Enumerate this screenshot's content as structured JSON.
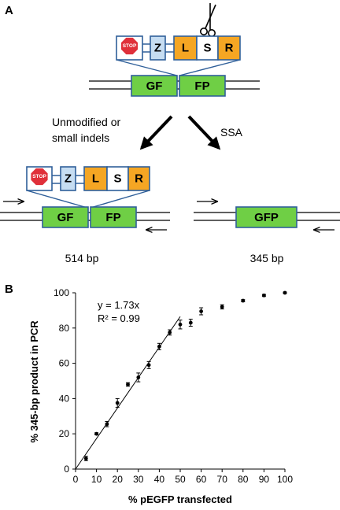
{
  "panel_a": {
    "label": "A",
    "cassette_top": {
      "stop": "STOP",
      "z": "Z",
      "l": "L",
      "s": "S",
      "r": "R"
    },
    "gf": "GF",
    "fp": "FP",
    "branch_left_line1": "Unmodified or",
    "branch_left_line2": "small indels",
    "branch_right": "SSA",
    "cassette_bottom": {
      "stop": "STOP",
      "z": "Z",
      "l": "L",
      "s": "S",
      "r": "R"
    },
    "gf_bottom": "GF",
    "fp_bottom": "FP",
    "gfp": "GFP",
    "size_left": "514 bp",
    "size_right": "345 bp"
  },
  "panel_b": {
    "label": "B"
  },
  "colors": {
    "green": "#6fcf45",
    "orange": "#f5a623",
    "light_blue": "#c6ddf2",
    "stop_red": "#e0303a",
    "box_stroke": "#2f5f99"
  },
  "chart_data": {
    "type": "scatter",
    "xlabel": "% pEGFP transfected",
    "ylabel": "% 345-bp product in PCR",
    "xlim": [
      0,
      100
    ],
    "ylim": [
      0,
      100
    ],
    "x_ticks": [
      0,
      10,
      20,
      30,
      40,
      50,
      60,
      70,
      80,
      90,
      100
    ],
    "y_ticks": [
      0,
      20,
      40,
      60,
      80,
      100
    ],
    "grid": false,
    "annotation_line1": "y = 1.73x",
    "annotation_line2": "R² = 0.99",
    "fit": {
      "slope": 1.73,
      "x_range": [
        0,
        50
      ]
    },
    "points": [
      {
        "x": 5,
        "y": 6,
        "err": 1.2
      },
      {
        "x": 10,
        "y": 20,
        "err": 0.6
      },
      {
        "x": 15,
        "y": 25.5,
        "err": 1.5
      },
      {
        "x": 20,
        "y": 37.5,
        "err": 2.5
      },
      {
        "x": 25,
        "y": 48,
        "err": 1
      },
      {
        "x": 30,
        "y": 52,
        "err": 2.5
      },
      {
        "x": 35,
        "y": 59,
        "err": 2
      },
      {
        "x": 40,
        "y": 69.5,
        "err": 1.8
      },
      {
        "x": 45,
        "y": 77.5,
        "err": 1.5
      },
      {
        "x": 50,
        "y": 82,
        "err": 2.5
      },
      {
        "x": 55,
        "y": 83,
        "err": 2
      },
      {
        "x": 60,
        "y": 89.5,
        "err": 2
      },
      {
        "x": 70,
        "y": 92,
        "err": 1.2
      },
      {
        "x": 80,
        "y": 95.5,
        "err": 0.6
      },
      {
        "x": 90,
        "y": 98.5,
        "err": 0.6
      },
      {
        "x": 100,
        "y": 100,
        "err": 0.4
      }
    ]
  }
}
